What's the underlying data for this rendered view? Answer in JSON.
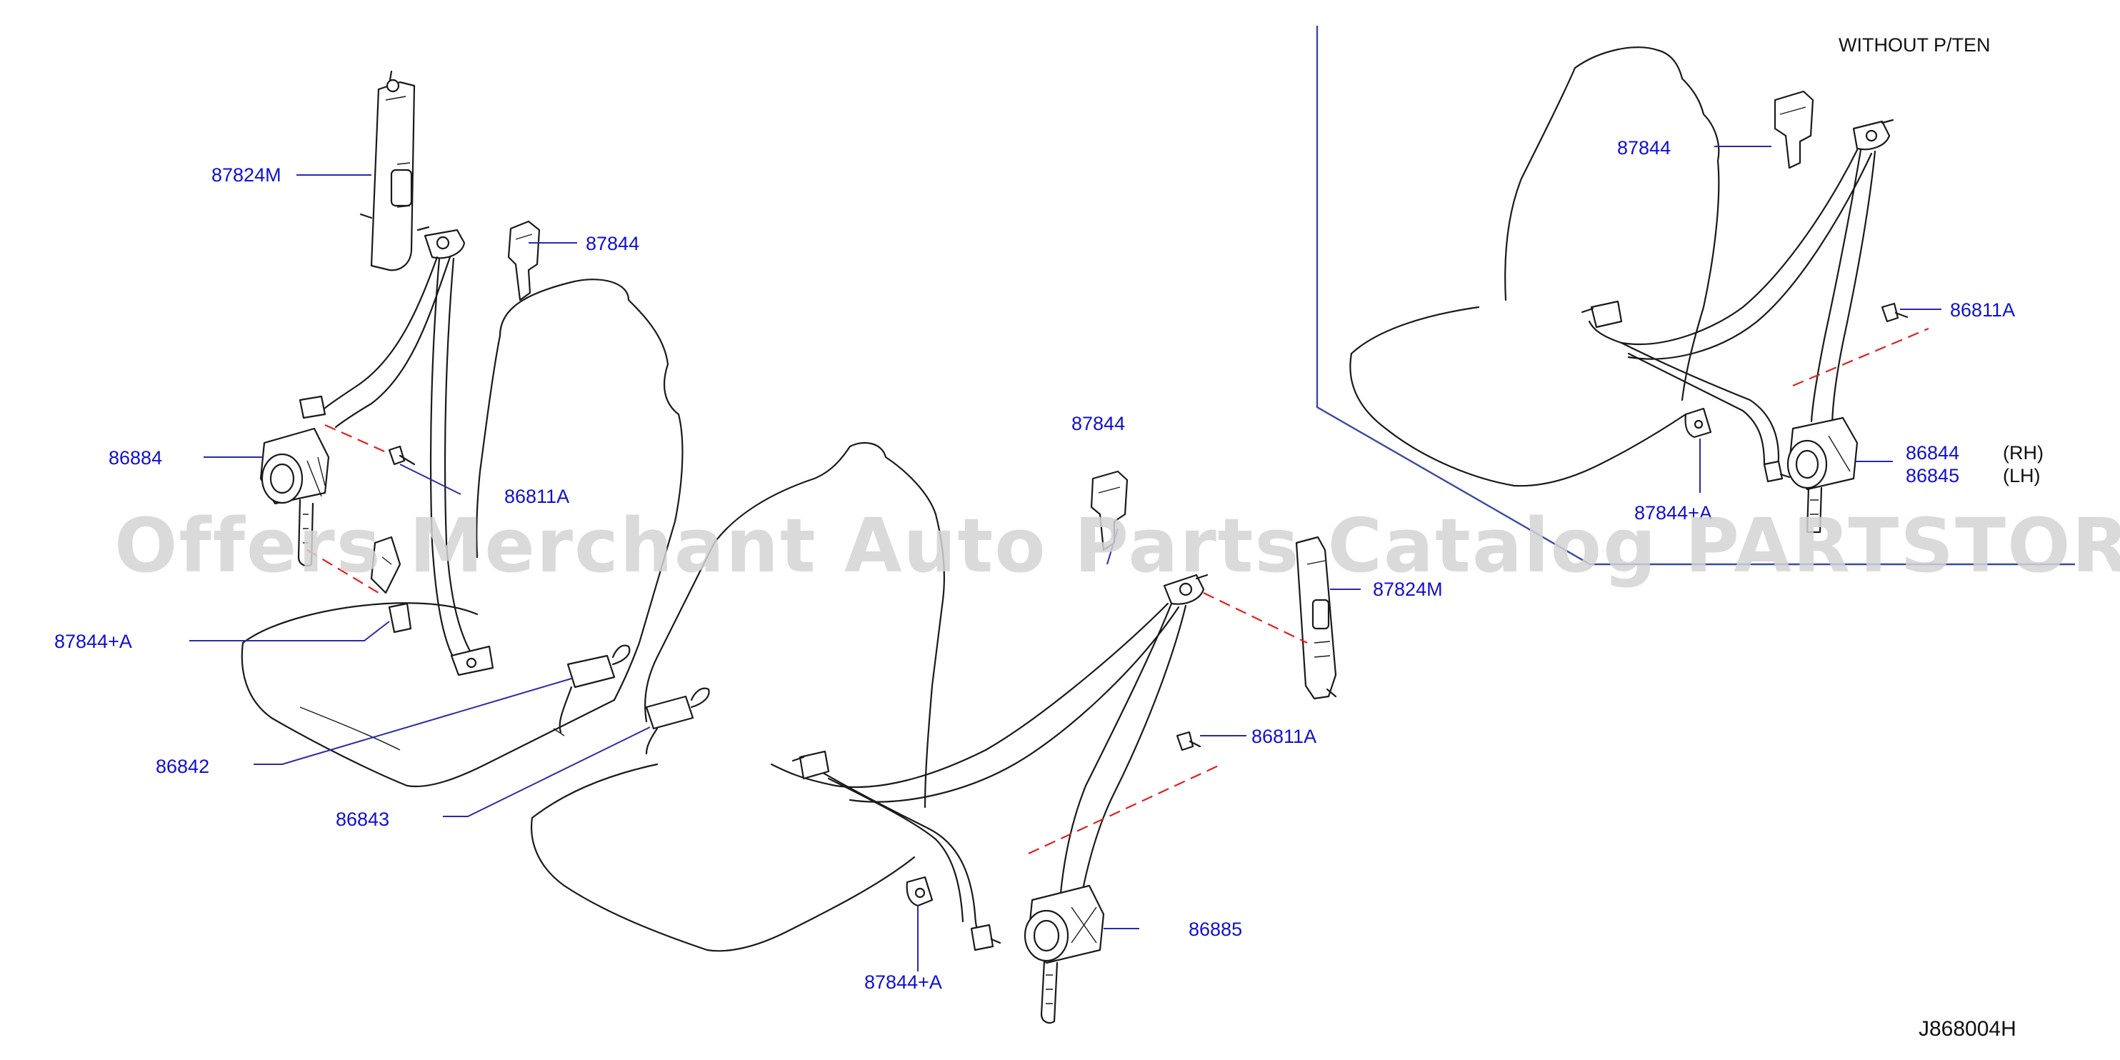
{
  "diagram": {
    "note_without": "WITHOUT   P/TEN",
    "diagram_code": "J868004H",
    "watermark": "Offers Merchant Auto Parts Catalog PARTSTORE.SA",
    "callouts": [
      {
        "id": "c1",
        "label": "87824M"
      },
      {
        "id": "c2",
        "label": "87844"
      },
      {
        "id": "c3",
        "label": "86884"
      },
      {
        "id": "c4",
        "label": "86811A"
      },
      {
        "id": "c5",
        "label": "87844+A"
      },
      {
        "id": "c6",
        "label": "86842"
      },
      {
        "id": "c7",
        "label": "86843"
      },
      {
        "id": "c8",
        "label": "87844"
      },
      {
        "id": "c9",
        "label": "87824M"
      },
      {
        "id": "c10",
        "label": "86811A"
      },
      {
        "id": "c11",
        "label": "86885"
      },
      {
        "id": "c12",
        "label": "87844+A"
      },
      {
        "id": "c13",
        "label": "87844"
      },
      {
        "id": "c14",
        "label": "86811A"
      },
      {
        "id": "c15",
        "label": "86844"
      },
      {
        "id": "c16",
        "label": "86845"
      },
      {
        "id": "c17",
        "label": "87844+A"
      }
    ],
    "side_notes": {
      "rh": "(RH)",
      "lh": "(LH)"
    }
  }
}
